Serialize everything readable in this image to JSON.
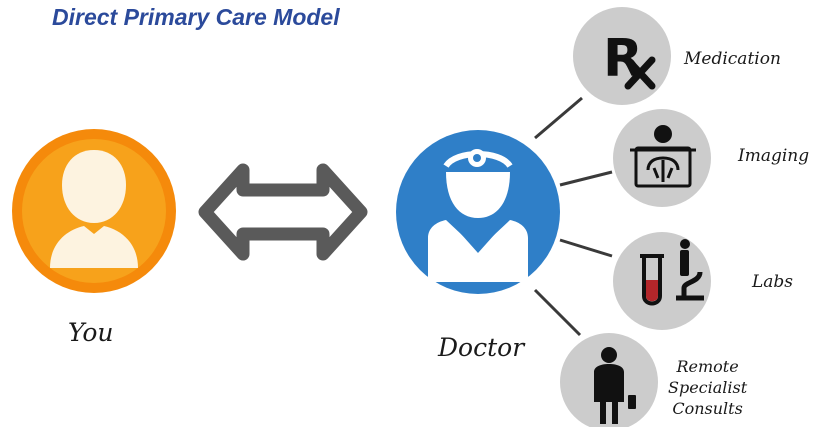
{
  "title": "Direct Primary Care Model",
  "left_node": {
    "label": "You",
    "icon": "user-icon",
    "color": "#f7a21b",
    "ring_color": "#f58a0b"
  },
  "connector": {
    "icon": "double-arrow-icon",
    "color": "#5a5a5a"
  },
  "center_node": {
    "label": "Doctor",
    "icon": "doctor-icon",
    "color": "#2f7fc8"
  },
  "services": [
    {
      "label": "Medication",
      "icon": "rx-icon"
    },
    {
      "label": "Imaging",
      "icon": "xray-icon"
    },
    {
      "label": "Labs",
      "icon": "lab-tube-microscope-icon"
    },
    {
      "label_lines": [
        "Remote",
        "Specialist",
        "Consults"
      ],
      "icon": "specialist-icon"
    }
  ],
  "service_circle_color": "#cccccc"
}
